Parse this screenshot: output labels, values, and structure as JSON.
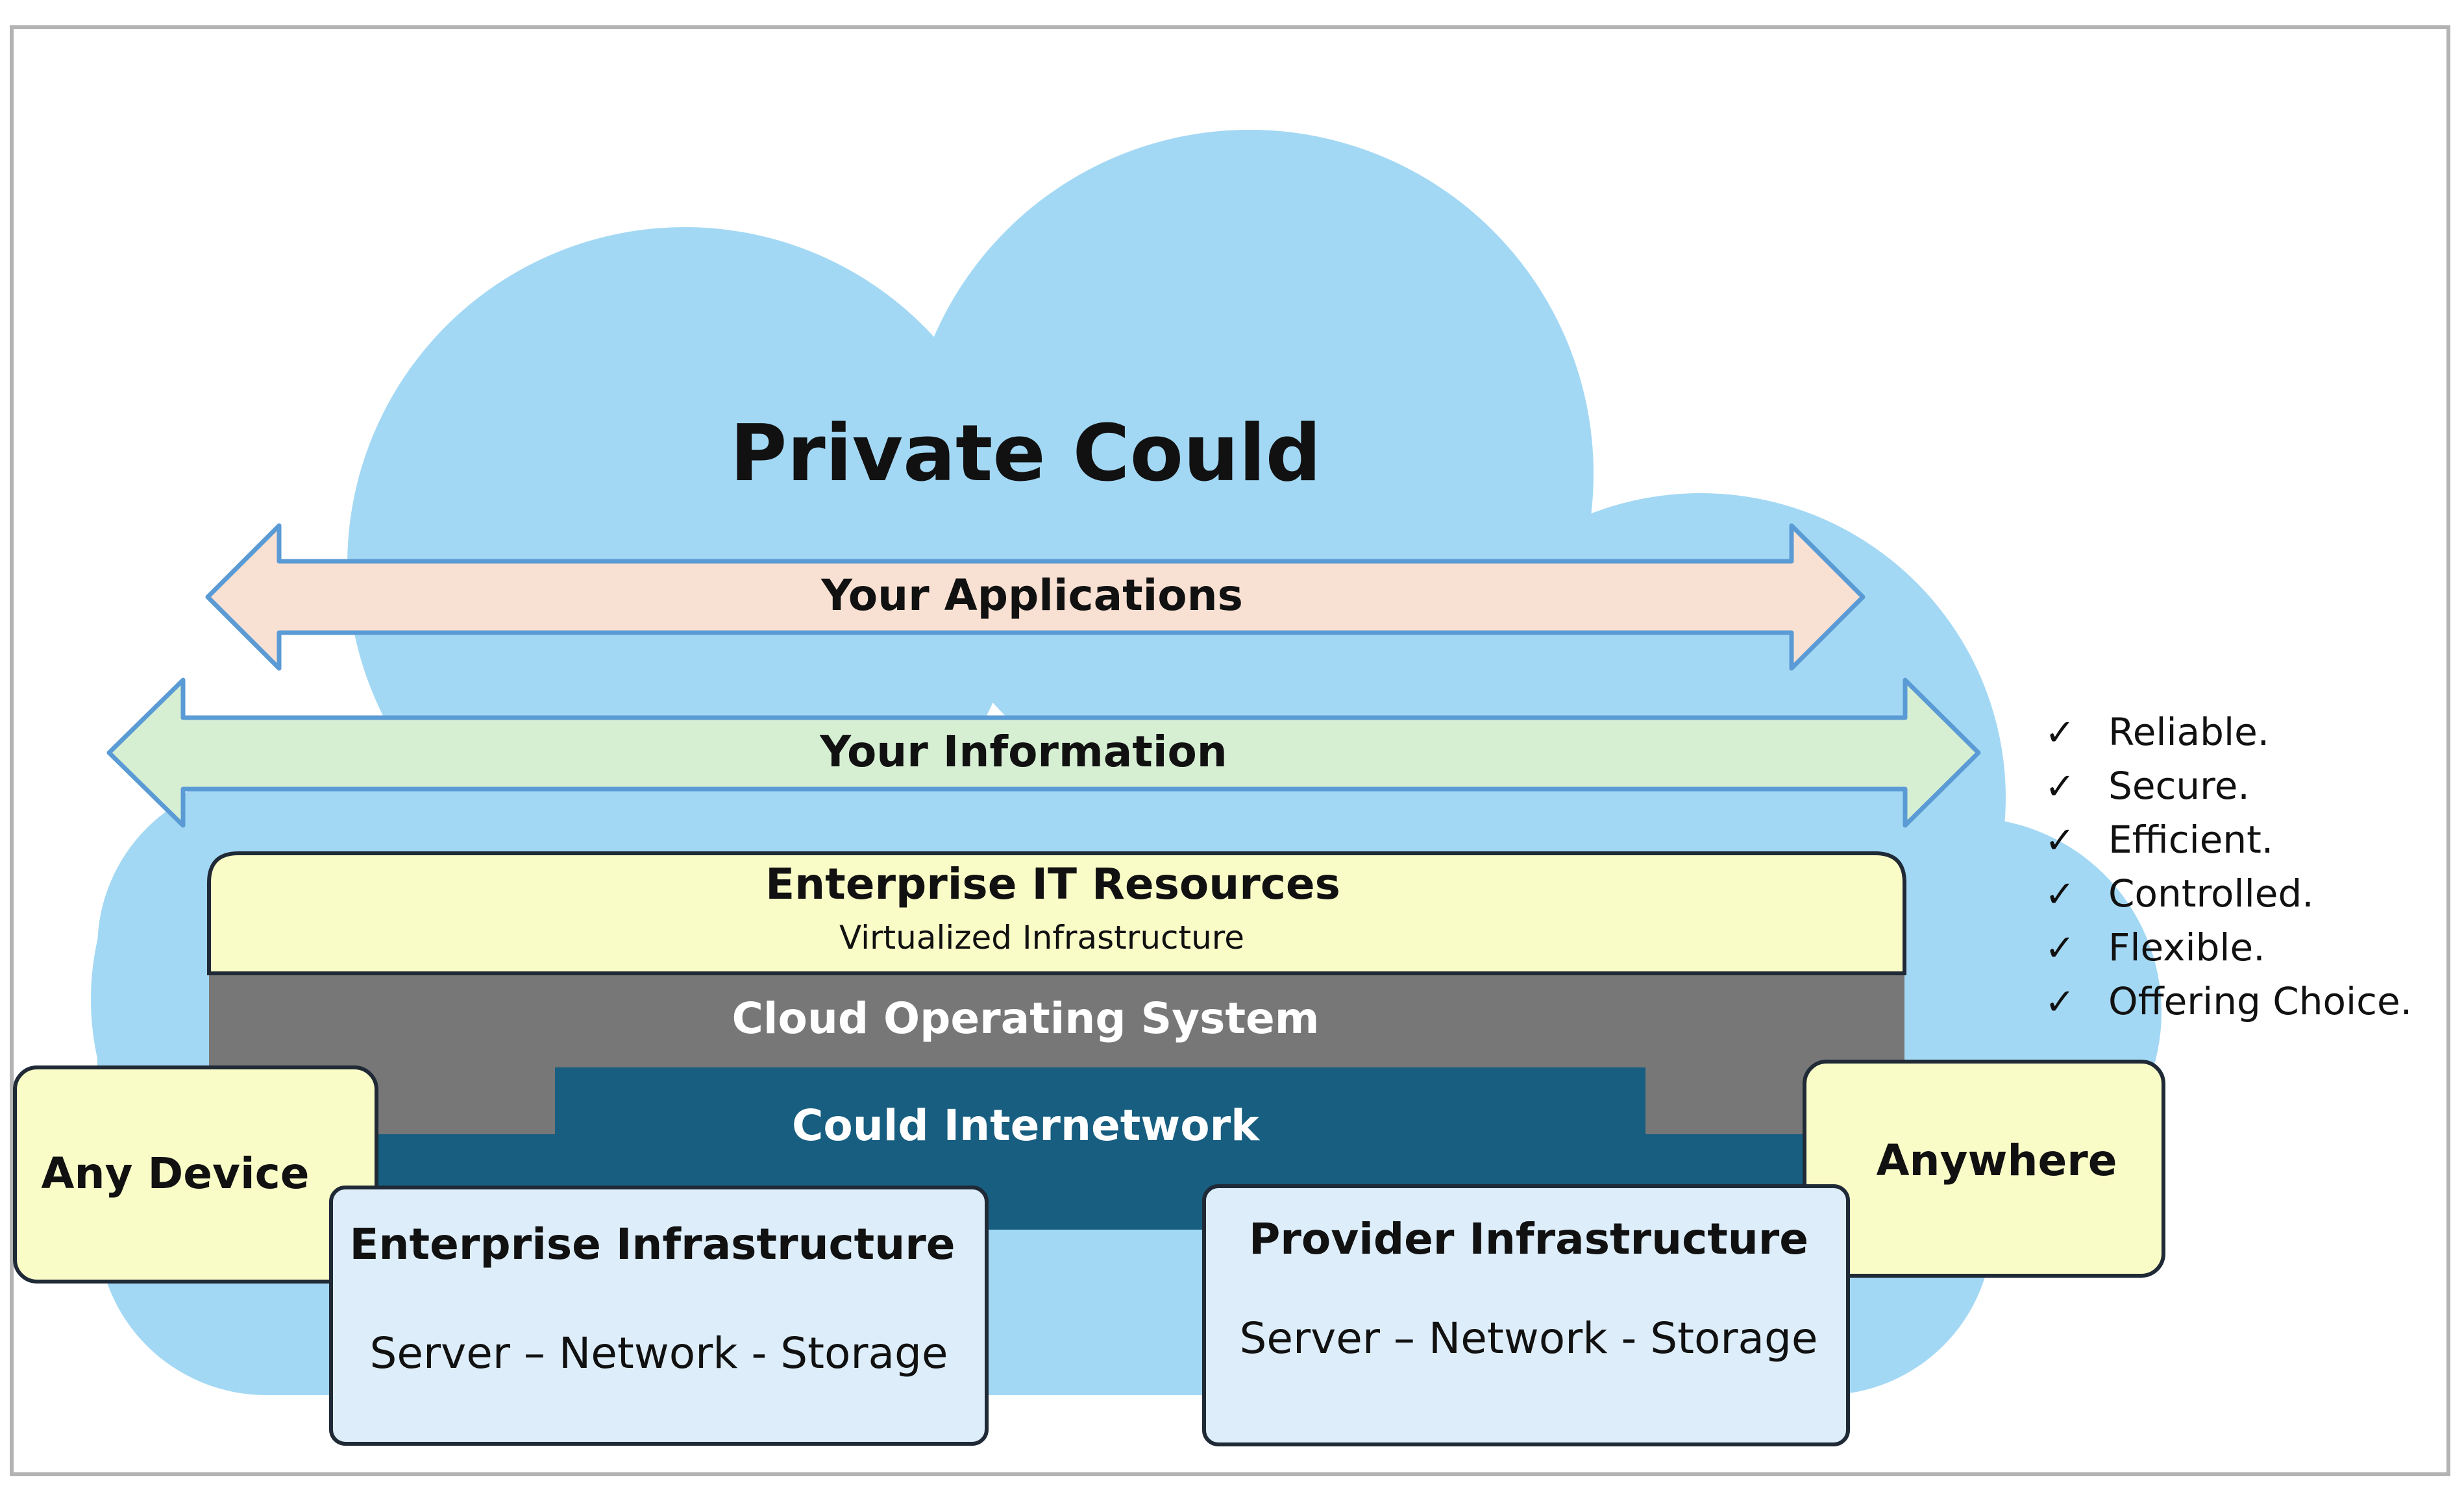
{
  "title": "Private Could",
  "arrows": {
    "applications": "Your Applications",
    "information": "Your Information"
  },
  "layers": {
    "enterprise_it": "Enterprise IT Resources",
    "enterprise_it_sub": "Virtualized Infrastructure",
    "cloud_os": "Cloud Operating System",
    "internetwork": "Could Internetwork"
  },
  "side_boxes": {
    "left": "Any Device",
    "right": "Anywhere"
  },
  "infrastructure": {
    "enterprise_title": "Enterprise Infrastructure",
    "enterprise_sub": "Server – Network - Storage",
    "provider_title": "Provider Infrastructure",
    "provider_sub": "Server – Network - Storage"
  },
  "benefits": [
    "Reliable.",
    "Secure.",
    "Efficient.",
    "Controlled.",
    "Flexible.",
    "Offering Choice."
  ],
  "benefit_mark": "✓",
  "colors": {
    "cloud": "#a3d8f4",
    "arrow_app": "#f8e1d3",
    "arrow_info": "#d6efd3",
    "arrow_outline": "#5b9bd5",
    "pale_yellow": "#fafcc8",
    "cloud_os": "#777777",
    "internetwork": "#175e80",
    "infra_box": "#ddeefa",
    "dark_outline": "#1f2a36",
    "frame": "#b3b3b3"
  }
}
